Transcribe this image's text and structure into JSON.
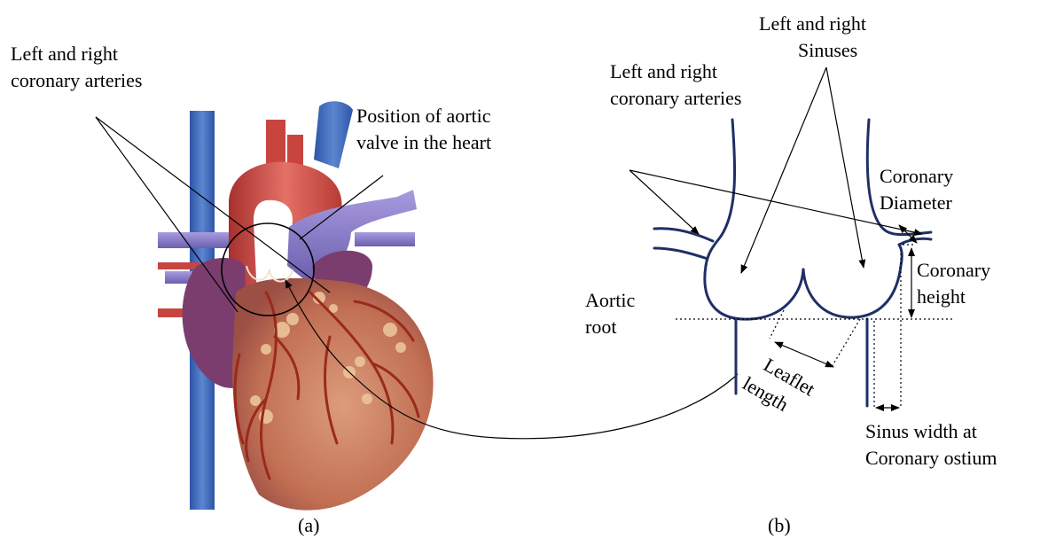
{
  "panel_a": {
    "caption": "(a)",
    "label_coronary_arteries_line1": "Left and right",
    "label_coronary_arteries_line2": "coronary arteries",
    "label_valve_line1": "Position of aortic",
    "label_valve_line2": "valve in the heart"
  },
  "panel_b": {
    "caption": "(b)",
    "label_sinuses_line1": "Left and right",
    "label_sinuses_line2": "Sinuses",
    "label_coronary_arteries_line1": "Left and right",
    "label_coronary_arteries_line2": "coronary arteries",
    "label_coronary_diameter_line1": "Coronary",
    "label_coronary_diameter_line2": "Diameter",
    "label_coronary_height_line1": "Coronary",
    "label_coronary_height_line2": "height",
    "label_aortic_root_line1": "Aortic",
    "label_aortic_root_line2": "root",
    "label_leaflet_line1": "Leaflet",
    "label_leaflet_line2": "length",
    "label_sinus_width_line1": "Sinus width at",
    "label_sinus_width_line2": "Coronary ostium"
  },
  "colors": {
    "valve_outline": "#1f2f66",
    "vein_blue": "#3d66b8",
    "aorta_red": "#c8453f",
    "heart_body": "#c87a58",
    "vessel_purple": "#8a7dc8",
    "atrium_purple": "#7a3d6e",
    "coronary_vessel": "#9a2a1c",
    "fat_tissue": "#ecc49a"
  }
}
